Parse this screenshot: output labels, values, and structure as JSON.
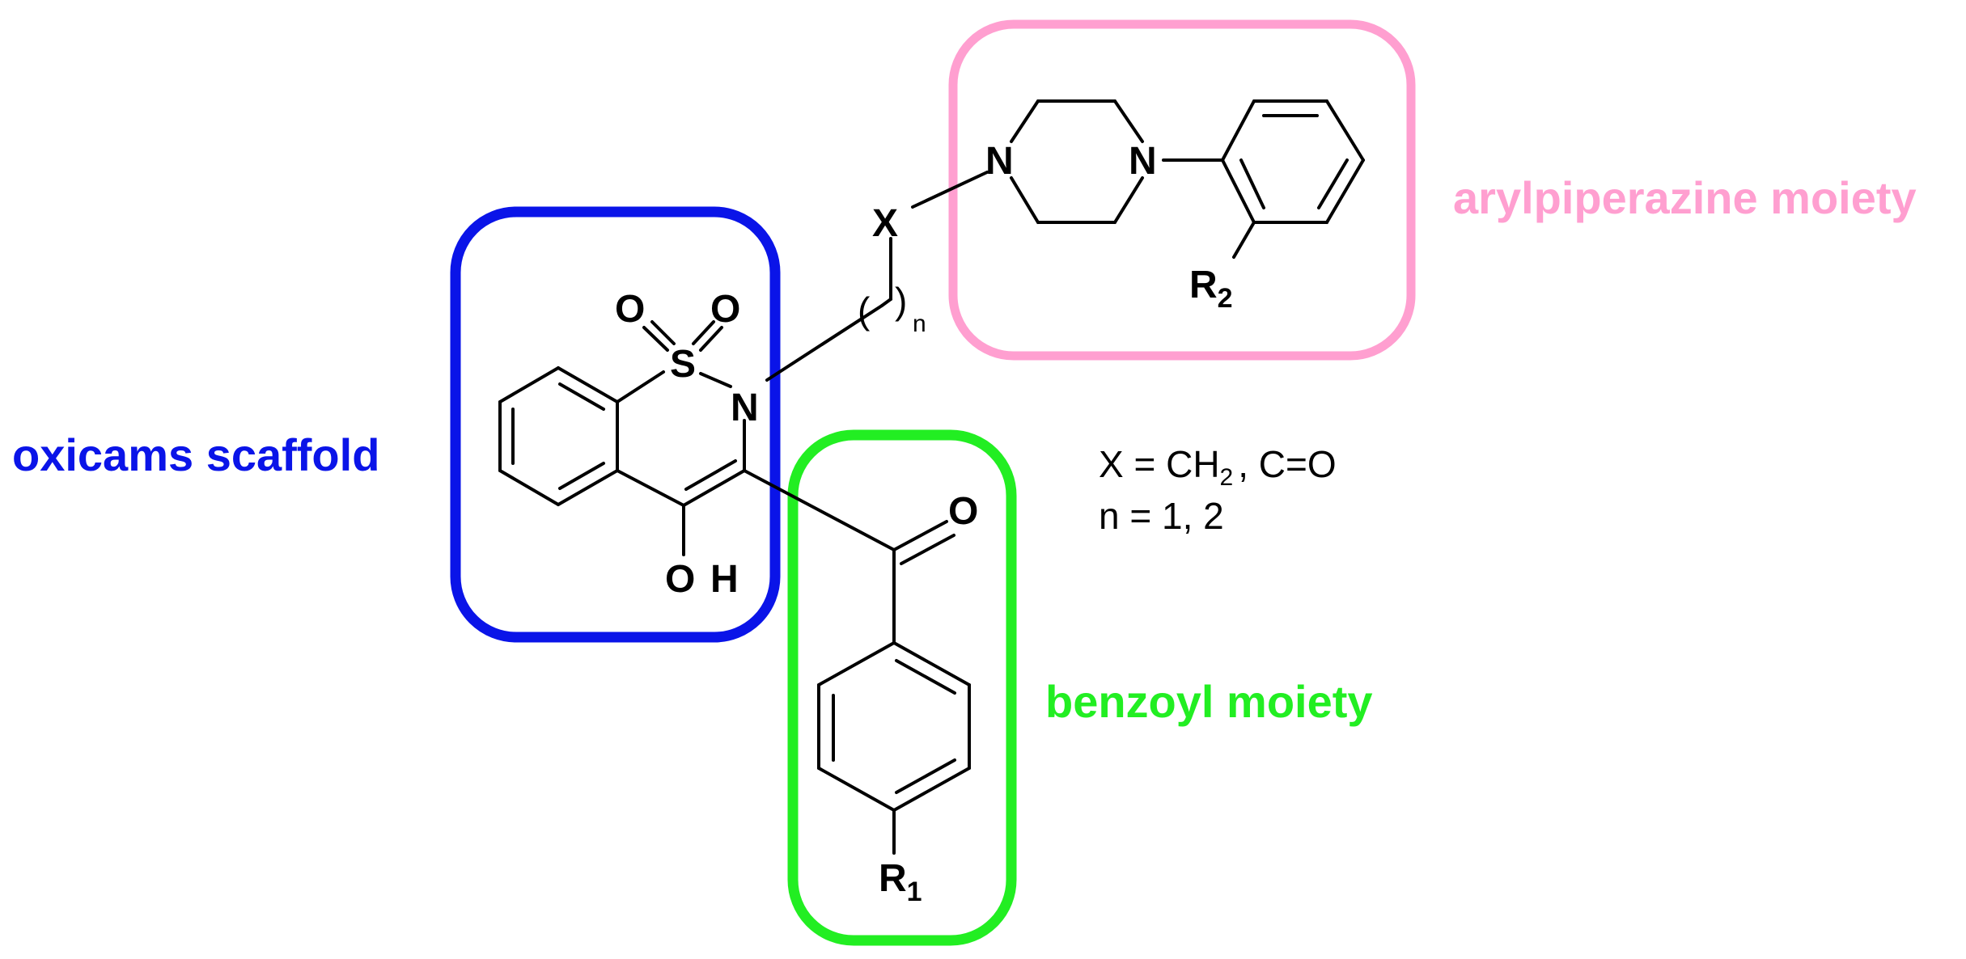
{
  "labels": {
    "oxicams": "oxicams scaffold",
    "benzoyl": "benzoyl moiety",
    "arylpiperazine": "arylpiperazine moiety"
  },
  "colors": {
    "oxicams": "#0a14e8",
    "benzoyl": "#22ee22",
    "arylpiperazine": "#ff9fd0",
    "bond": "#000000"
  },
  "atoms": {
    "S": "S",
    "N_ring": "N",
    "O1": "O",
    "O2": "O",
    "OH_O": "O",
    "OH_H": "H",
    "O_carbonyl": "O",
    "X": "X",
    "N_pip1": "N",
    "N_pip2": "N",
    "R1": "R",
    "R1_sub": "1",
    "R2": "R",
    "R2_sub": "2",
    "paren_open": "(",
    "paren_close": ")",
    "n_sub": "n"
  },
  "definitions": {
    "x_prefix": "X = CH",
    "x_sub": "2",
    "x_suffix": ", C=O",
    "n_line": "n = 1, 2"
  }
}
